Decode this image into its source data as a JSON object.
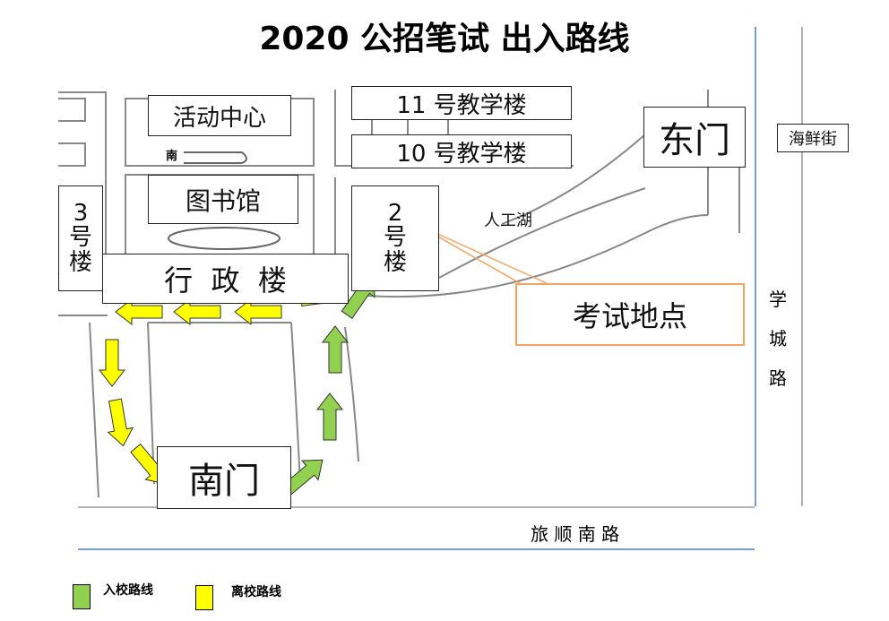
{
  "title": "2020 公招笔试  出入路线",
  "buildings": {
    "activity_center": "活动中心",
    "south_small": "南",
    "library": "图书馆",
    "building3": [
      "3",
      "号",
      "楼"
    ],
    "admin": "行  政  楼",
    "building2": [
      "2",
      "号",
      "楼"
    ],
    "building11": "11 号教学楼",
    "building10": "10 号教学楼",
    "east_gate": "东门",
    "south_gate": "南门",
    "lake": "人工湖",
    "exam_site": "考试地点"
  },
  "roads": {
    "haixian": "海鲜街",
    "xuecheng": [
      "学",
      "城",
      "路"
    ],
    "lvshun_south": "旅 顺 南 路"
  },
  "legend": [
    {
      "label": "入校路线",
      "color": "#92d050"
    },
    {
      "label": "离校路线",
      "color": "#ffff00"
    }
  ],
  "colors": {
    "enter": "#92d050",
    "leave": "#ffff00",
    "callout": "#f4a460",
    "road": "#4a7ebb"
  }
}
